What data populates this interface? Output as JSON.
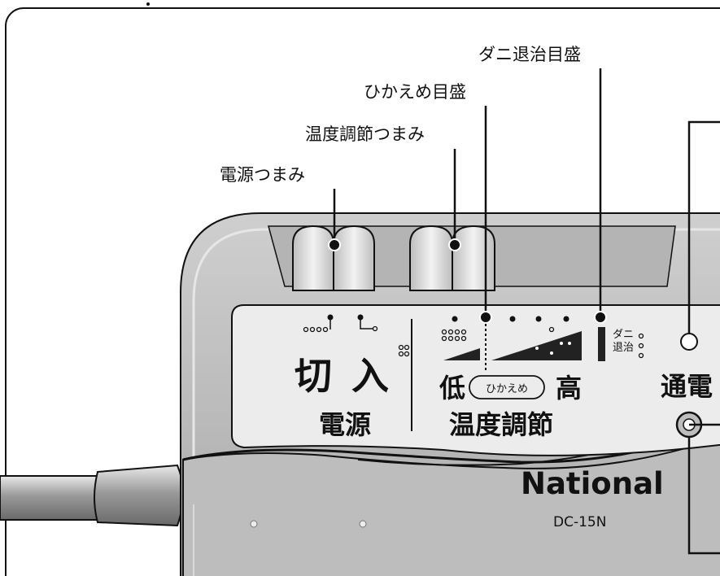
{
  "callouts": {
    "power_knob": "電源つまみ",
    "temp_knob": "温度調節つまみ",
    "low_mark": "ひかえめ目盛",
    "mite_mark": "ダニ退治目盛"
  },
  "panel": {
    "off_label": "切",
    "on_label": "入",
    "power_label": "電源",
    "low": "低",
    "hikaeme": "ひかえめ",
    "high": "高",
    "temp_label": "温度調節",
    "mite_line1": "ダニ",
    "mite_line2": "退治",
    "energized": "通電"
  },
  "device": {
    "brand": "National",
    "model": "DC-15N"
  }
}
